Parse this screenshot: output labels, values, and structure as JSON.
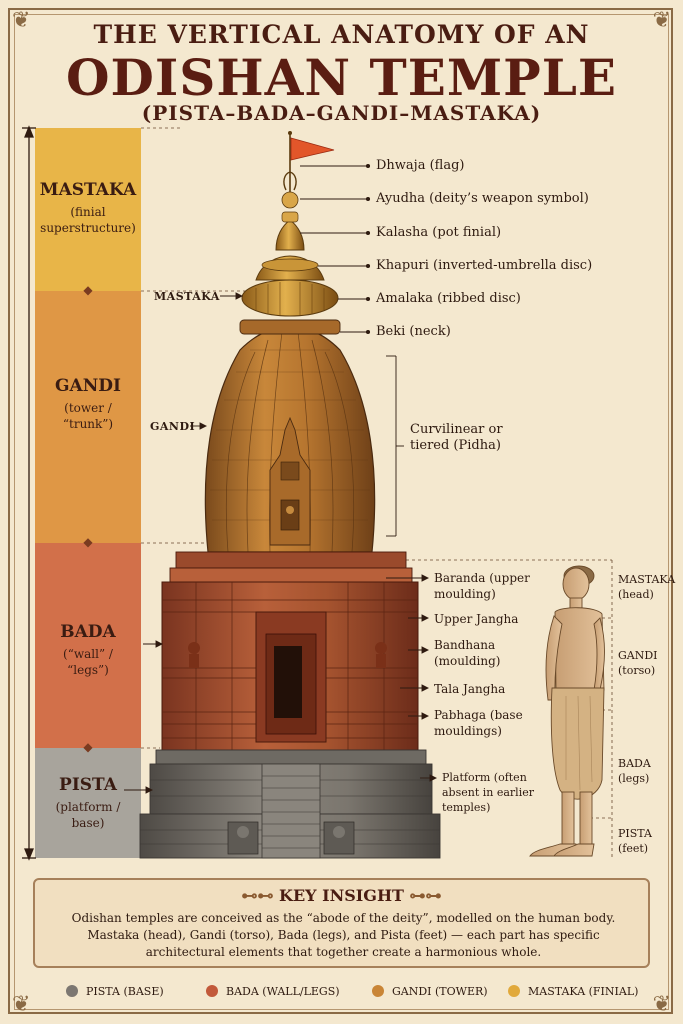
{
  "title": {
    "line1": "THE VERTICAL ANATOMY OF AN",
    "line2": "ODISHAN TEMPLE",
    "line3": "(PISTA–BADA–GANDI–MASTAKA)"
  },
  "colors": {
    "mastaka": "#e8b548",
    "gandi": "#df9745",
    "bada": "#d2704a",
    "pista": "#a8a49c",
    "line": "#2e1a10",
    "border": "#8a6a45"
  },
  "bands": [
    {
      "key": "mastaka",
      "title": "MASTAKA",
      "subtitle": "(finial superstructure)"
    },
    {
      "key": "gandi",
      "title": "GANDI",
      "subtitle": "(tower / “trunk”)"
    },
    {
      "key": "bada",
      "title": "BADA",
      "subtitle": "(“wall” / “legs”)"
    },
    {
      "key": "pista",
      "title": "PISTA",
      "subtitle": "(platform / base)"
    }
  ],
  "left_labels": {
    "mastaka": "MASTAKA",
    "gandi": "GANDI"
  },
  "part_labels": {
    "dhwaja": "Dhwaja (flag)",
    "ayudha": "Ayudha (deity’s weapon symbol)",
    "kalasha": "Kalasha (pot finial)",
    "khapuri": "Khapuri (inverted-umbrella disc)",
    "amalaka": "Amalaka (ribbed disc)",
    "beki": "Beki (neck)",
    "curvilinear": "Curvilinear or tiered (Pidha)",
    "baranda": "Baranda (upper moulding)",
    "upper_jangha": "Upper Jangha",
    "bandhana": "Bandhana (moulding)",
    "tala_jangha": "Tala Jangha",
    "pabhaga": "Pabhaga (base mouldings)",
    "platform": "Platform (often absent in earlier temples)"
  },
  "body_labels": {
    "head": {
      "title": "MASTAKA",
      "sub": "(head)"
    },
    "torso": {
      "title": "GANDI",
      "sub": "(torso)"
    },
    "legs": {
      "title": "BADA",
      "sub": "(legs)"
    },
    "feet": {
      "title": "PISTA",
      "sub": "(feet)"
    }
  },
  "insight": {
    "title": "KEY INSIGHT",
    "body": "Odishan temples are conceived as the “abode of the deity”, modelled on the human body. Mastaka (head), Gandi (torso), Bada (legs), and Pista (feet) — each part has specific architectural elements that together create a harmonious whole."
  },
  "legend": [
    {
      "label": "PISTA (BASE)",
      "color": "#7c7771"
    },
    {
      "label": "BADA (WALL/LEGS)",
      "color": "#c2593a"
    },
    {
      "label": "GANDI (TOWER)",
      "color": "#c98536"
    },
    {
      "label": "MASTAKA (FINIAL)",
      "color": "#e1a93b"
    }
  ]
}
